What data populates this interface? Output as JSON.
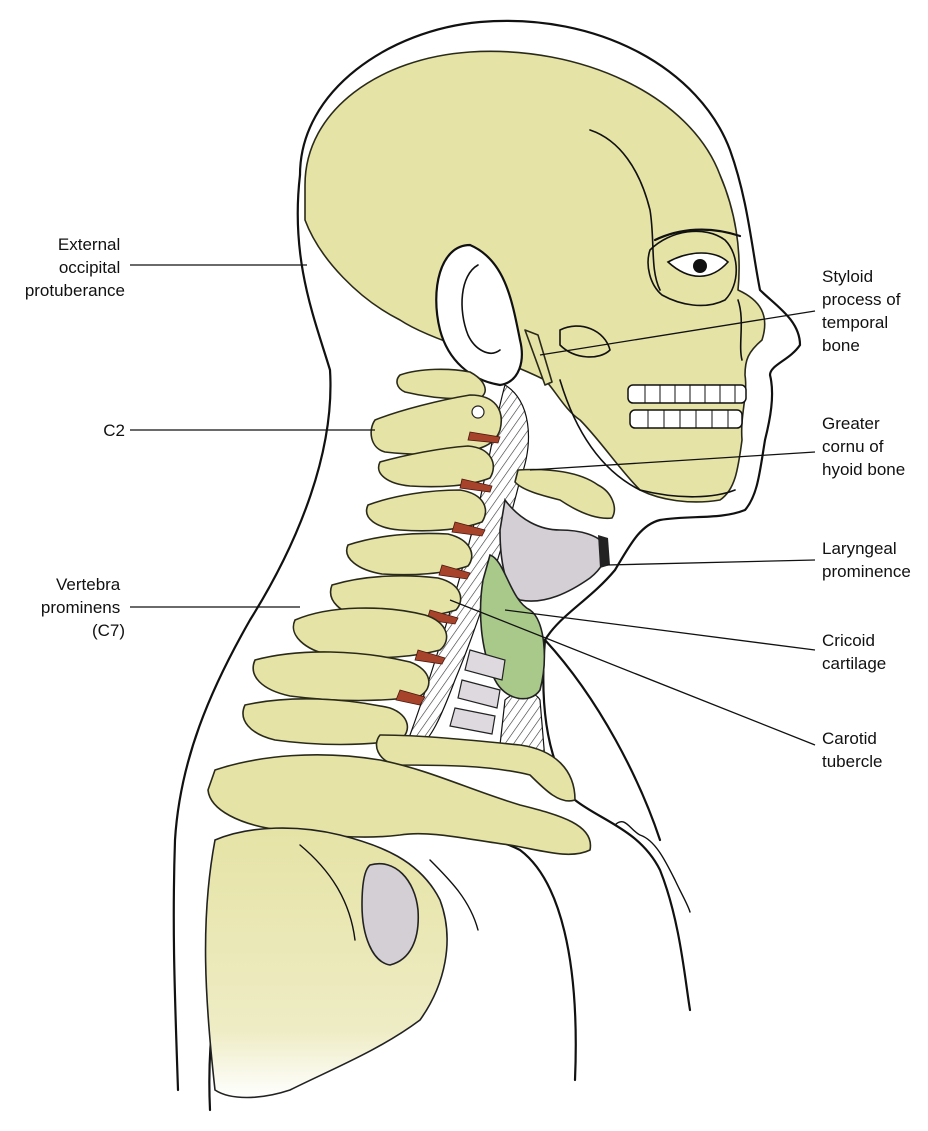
{
  "labels": {
    "external_occipital": [
      "External",
      "occipital",
      "protuberance"
    ],
    "c2": [
      "C2"
    ],
    "vertebra_prominens": [
      "Vertebra",
      "prominens",
      "(C7)"
    ],
    "styloid": [
      "Styloid",
      "process of",
      "temporal",
      "bone"
    ],
    "greater_cornu": [
      "Greater",
      "cornu of",
      "hyoid bone"
    ],
    "laryngeal": [
      "Laryngeal",
      "prominence"
    ],
    "cricoid": [
      "Cricoid",
      "cartilage"
    ],
    "carotid": [
      "Carotid",
      "tubercle"
    ]
  },
  "colors": {
    "bone": "#e6e3a6",
    "disc": "#a8432b",
    "thyroid_cartilage": "#d3cfd4",
    "cricoid_gland": "#a9c98a",
    "background": "#ffffff",
    "ink": "#111111"
  }
}
